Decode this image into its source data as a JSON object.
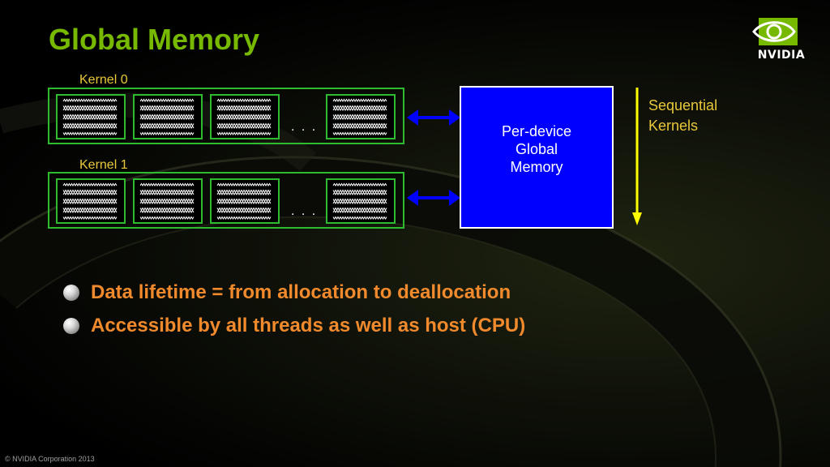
{
  "slide": {
    "title": "Global Memory",
    "logo_text": "NVIDIA",
    "footer": "© NVIDIA Corporation 2013"
  },
  "diagram": {
    "kernels": [
      {
        "label": "Kernel 0",
        "ellipsis": ". . ."
      },
      {
        "label": "Kernel 1",
        "ellipsis": ". . ."
      }
    ],
    "memory_label": "Per-device\nGlobal\nMemory",
    "sequence_label": "Sequential\nKernels",
    "colors": {
      "frame": "#2fbb2f",
      "memory_fill": "#0000ff",
      "arrow": "#0000ff",
      "sequence_arrow": "#ffff00",
      "label": "#e8c83a",
      "title": "#76b900",
      "bullet": "#f08a2c"
    }
  },
  "bullets": [
    "Data lifetime = from allocation to deallocation",
    "Accessible by all threads as well as host (CPU)"
  ]
}
